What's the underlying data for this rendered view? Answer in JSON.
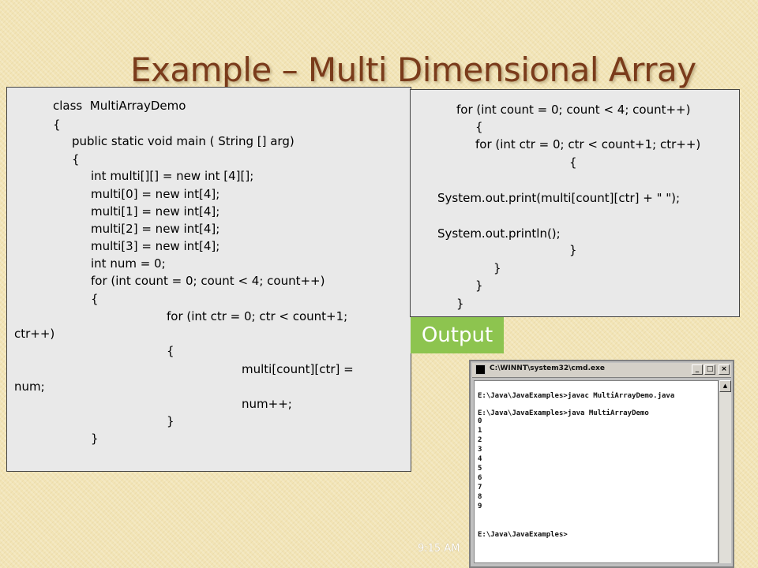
{
  "slide": {
    "title": "Example – Multi Dimensional Array",
    "time": "9:15 AM",
    "output_label": "Output"
  },
  "code_left": [
    "class  MultiArrayDemo",
    "{",
    "public static void main ( String [] arg)",
    "{",
    "int multi[][] = new int [4][];",
    "multi[0] = new int[4];",
    "multi[1] = new int[4];",
    "multi[2] = new int[4];",
    "multi[3] = new int[4];",
    "int num = 0;",
    "for (int count = 0; count < 4; count++)",
    "{",
    "for (int ctr = 0; ctr < count+1;",
    "ctr++)",
    "{",
    "multi[count][ctr] =",
    "num;",
    "num++;",
    "}",
    "}"
  ],
  "code_right": [
    "for (int count = 0; count < 4; count++)",
    "{",
    "for (int ctr = 0; ctr < count+1; ctr++)",
    "{",
    "System.out.print(multi[count][ctr] + \" \");",
    "System.out.println();",
    "}",
    "}",
    "}",
    "}"
  ],
  "cmd": {
    "title": "C:\\WINNT\\system32\\cmd.exe",
    "window_buttons": [
      "_",
      "□",
      "×"
    ],
    "icons": [
      "cmd-app-icon",
      "minimize-icon",
      "maximize-icon",
      "close-icon",
      "scroll-up-icon"
    ],
    "lines": [
      "E:\\Java\\JavaExamples>javac MultiArrayDemo.java",
      "",
      "E:\\Java\\JavaExamples>java MultiArrayDemo",
      "0",
      "1",
      "2",
      "3",
      "4",
      "5",
      "6",
      "7",
      "8",
      "9",
      "",
      "E:\\Java\\JavaExamples>"
    ]
  },
  "colors": {
    "title": "#7a3b1b",
    "background": "#f2e4b6",
    "code_panel": "#e9e9e9",
    "output_label": "#8dc44f"
  }
}
